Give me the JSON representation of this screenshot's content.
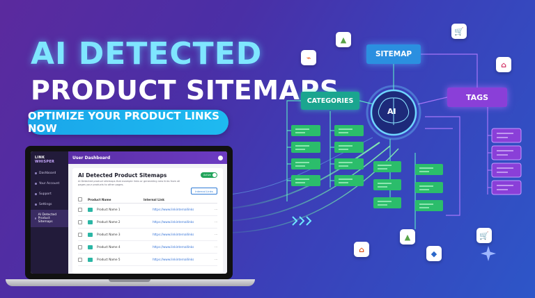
{
  "hero": {
    "line1": "AI DETECTED",
    "line2": "PRODUCT SITEMAPS",
    "cta": "OPTIMIZE YOUR PRODUCT LINKS NOW"
  },
  "graph": {
    "sitemap_label": "SITEMAP",
    "categories_label": "CATEGORIES",
    "tags_label": "TAGS",
    "ai_label": "AI"
  },
  "app": {
    "logo_part1": "LINK",
    "logo_part2": "WHISPER",
    "header_title": "User Dashboard",
    "nav": [
      {
        "label": "Dashboard"
      },
      {
        "label": "Your Account"
      },
      {
        "label": "Support"
      },
      {
        "label": "Settings"
      },
      {
        "label": "AI Detected Product Sitemaps"
      }
    ],
    "title": "AI Detected Product Sitemaps",
    "description": "AI Detected product sitemaps that example links or generating new links from all pages your products to other pages.",
    "toggle_label": "Active",
    "internal_links_button": "Internal Links",
    "table": {
      "col_product": "Product Name",
      "col_link": "Internal Link",
      "rows": [
        {
          "name": "Product Name 1",
          "link": "https://www.linkinternallinks"
        },
        {
          "name": "Product Name 2",
          "link": "https://www.linkinternallinks"
        },
        {
          "name": "Product Name 3",
          "link": "https://www.linkinternallinks"
        },
        {
          "name": "Product Name 4",
          "link": "https://www.linkinternallinks"
        },
        {
          "name": "Product Name 5",
          "link": "https://www.linkinternallinks"
        }
      ]
    }
  },
  "colors": {
    "headline_cyan": "#7fe6ff",
    "cta": "#1aa6ea",
    "sitemap": "#2b8fe0",
    "categories": "#1aa58f",
    "tags": "#8a3fd8",
    "node_green": "#2bbd6b",
    "node_purple": "#8a3fd8"
  },
  "icons": [
    "shopify-icon",
    "cart-icon",
    "store-icon",
    "magento-icon",
    "woocommerce-icon"
  ]
}
